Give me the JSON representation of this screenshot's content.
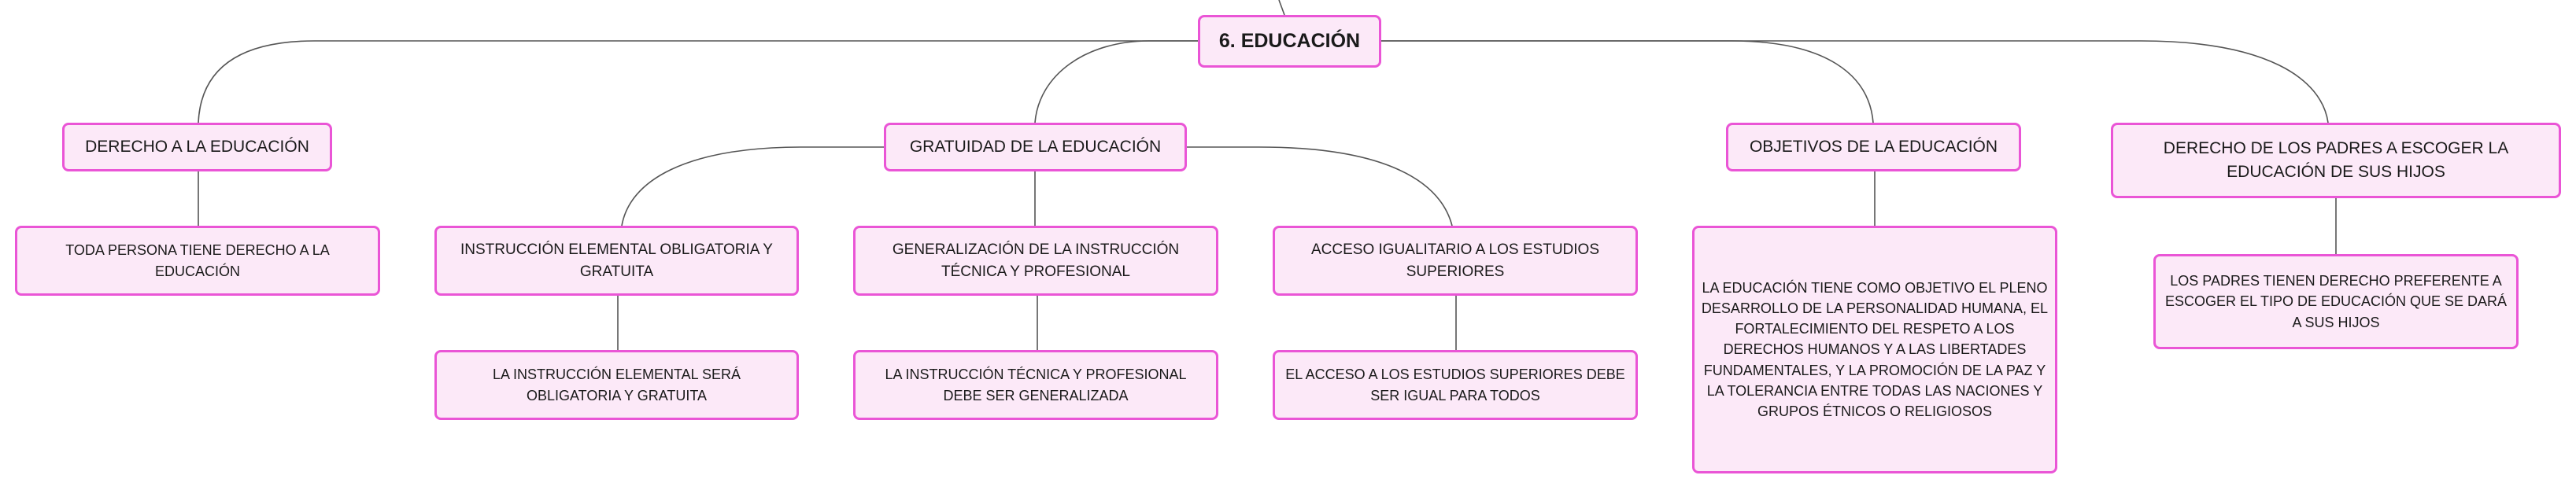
{
  "root": {
    "label": "6. EDUCACIÓN"
  },
  "topics": {
    "derecho": {
      "label": "DERECHO A LA EDUCACIÓN"
    },
    "gratuidad": {
      "label": "GRATUIDAD DE LA EDUCACIÓN"
    },
    "objetivos": {
      "label": "OBJETIVOS DE LA EDUCACIÓN"
    },
    "padres": {
      "label": "DERECHO DE LOS PADRES A ESCOGER LA EDUCACIÓN DE SUS HIJOS"
    }
  },
  "details": {
    "derecho": "TODA PERSONA TIENE DERECHO A LA EDUCACIÓN",
    "instruccion_elemental": "INSTRUCCIÓN ELEMENTAL OBLIGATORIA Y GRATUITA",
    "instruccion_elemental_detalle": "LA INSTRUCCIÓN ELEMENTAL SERÁ OBLIGATORIA Y GRATUITA",
    "generalizacion": "GENERALIZACIÓN DE LA INSTRUCCIÓN TÉCNICA Y PROFESIONAL",
    "generalizacion_detalle": "LA INSTRUCCIÓN TÉCNICA Y PROFESIONAL DEBE SER GENERALIZADA",
    "acceso": "ACCESO IGUALITARIO A LOS ESTUDIOS SUPERIORES",
    "acceso_detalle": "EL ACCESO A LOS ESTUDIOS SUPERIORES DEBE SER IGUAL PARA TODOS",
    "objetivos": "LA EDUCACIÓN TIENE COMO OBJETIVO EL PLENO DESARROLLO DE LA PERSONALIDAD HUMANA, EL FORTALECIMIENTO DEL RESPETO A LOS DERECHOS HUMANOS Y A LAS LIBERTADES FUNDAMENTALES, Y LA PROMOCIÓN DE LA PAZ Y LA TOLERANCIA ENTRE TODAS LAS NACIONES Y GRUPOS ÉTNICOS O RELIGIOSOS",
    "padres": "LOS PADRES TIENEN DERECHO PREFERENTE A ESCOGER EL TIPO DE EDUCACIÓN QUE SE DARÁ A SUS HIJOS"
  },
  "colors": {
    "node_fill": "#fce9f8",
    "node_border": "#ea55d6",
    "connector": "#555555"
  }
}
